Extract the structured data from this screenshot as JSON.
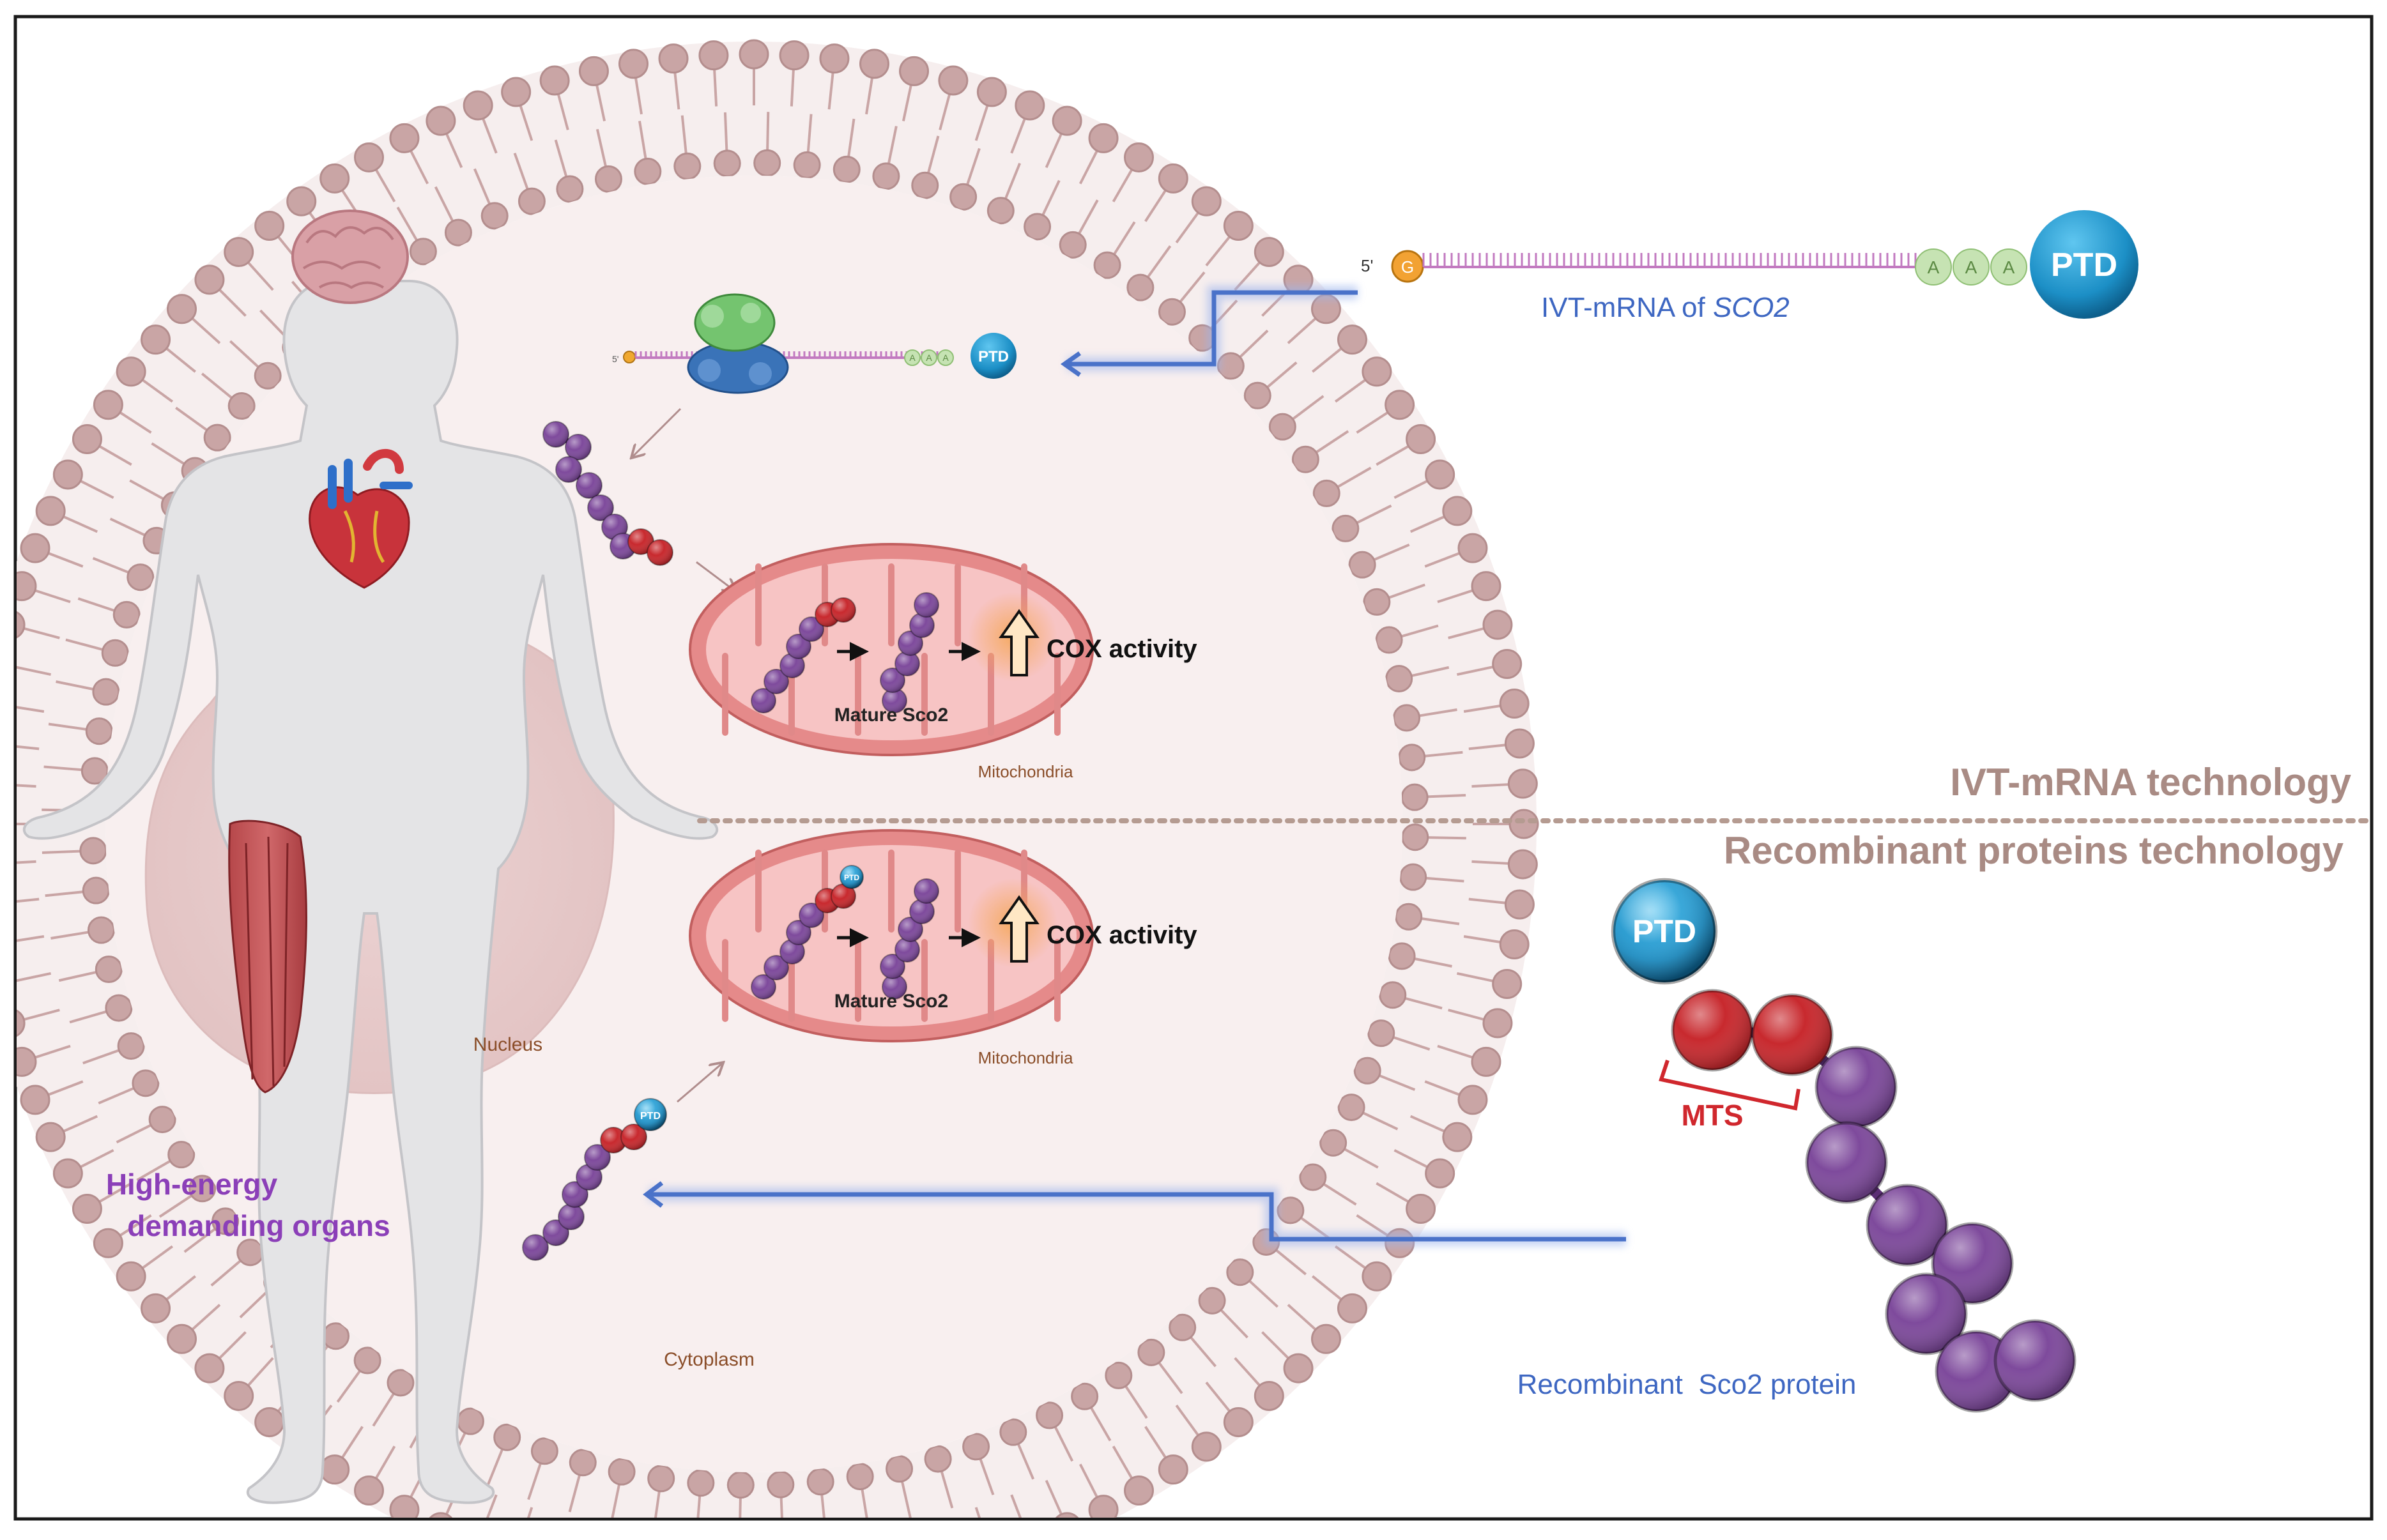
{
  "colors": {
    "membrane": "#c9a5a5",
    "membrane_dark": "#b48e8e",
    "cytoplasm": "#f7eded",
    "nucleus": "#e9cfcf",
    "mito_outer": "#e58a8a",
    "mito_inner": "#f7c4c4",
    "purple": "#7e4a9c",
    "red": "#c8292e",
    "ptd": "#1c8fc6",
    "blue_arrow": "#4a72c9",
    "blue_text": "#3e67c2",
    "purple_text": "#8b3fb8",
    "mts_red": "#d0272d",
    "divider": "#b59b91",
    "tech_text": "#a98b84",
    "cox_text": "#1a1a1a",
    "mito_label": "#8a4d28",
    "orange_glow": "#f6a85a",
    "polyA": "#c6e3b3",
    "mrna_line": "#c27ac0"
  },
  "icons": [
    "human-body-icon",
    "brain-icon",
    "heart-icon",
    "thigh-muscle-icon",
    "ribosome-icon",
    "up-arrow-icon"
  ],
  "labels": {
    "five_prime": "5'",
    "cap": "G",
    "polyA": "A",
    "ptd": "PTD",
    "ivt_mrna_prefix": "IVT-mRNA of ",
    "ivt_mrna_gene": "SCO2",
    "cox_activity": "COX activity",
    "mature_sco2": "Mature Sco2",
    "mitochondria": "Mitochondria",
    "ivt_tech": "IVT-mRNA technology",
    "recomb_tech": "Recombinant proteins technology",
    "mts": "MTS",
    "recomb_protein": "Recombinant  Sco2 protein",
    "nucleus": "Nucleus",
    "cytoplasm": "Cytoplasm",
    "organs_line1": "High-energy",
    "organs_line2": "demanding organs"
  }
}
